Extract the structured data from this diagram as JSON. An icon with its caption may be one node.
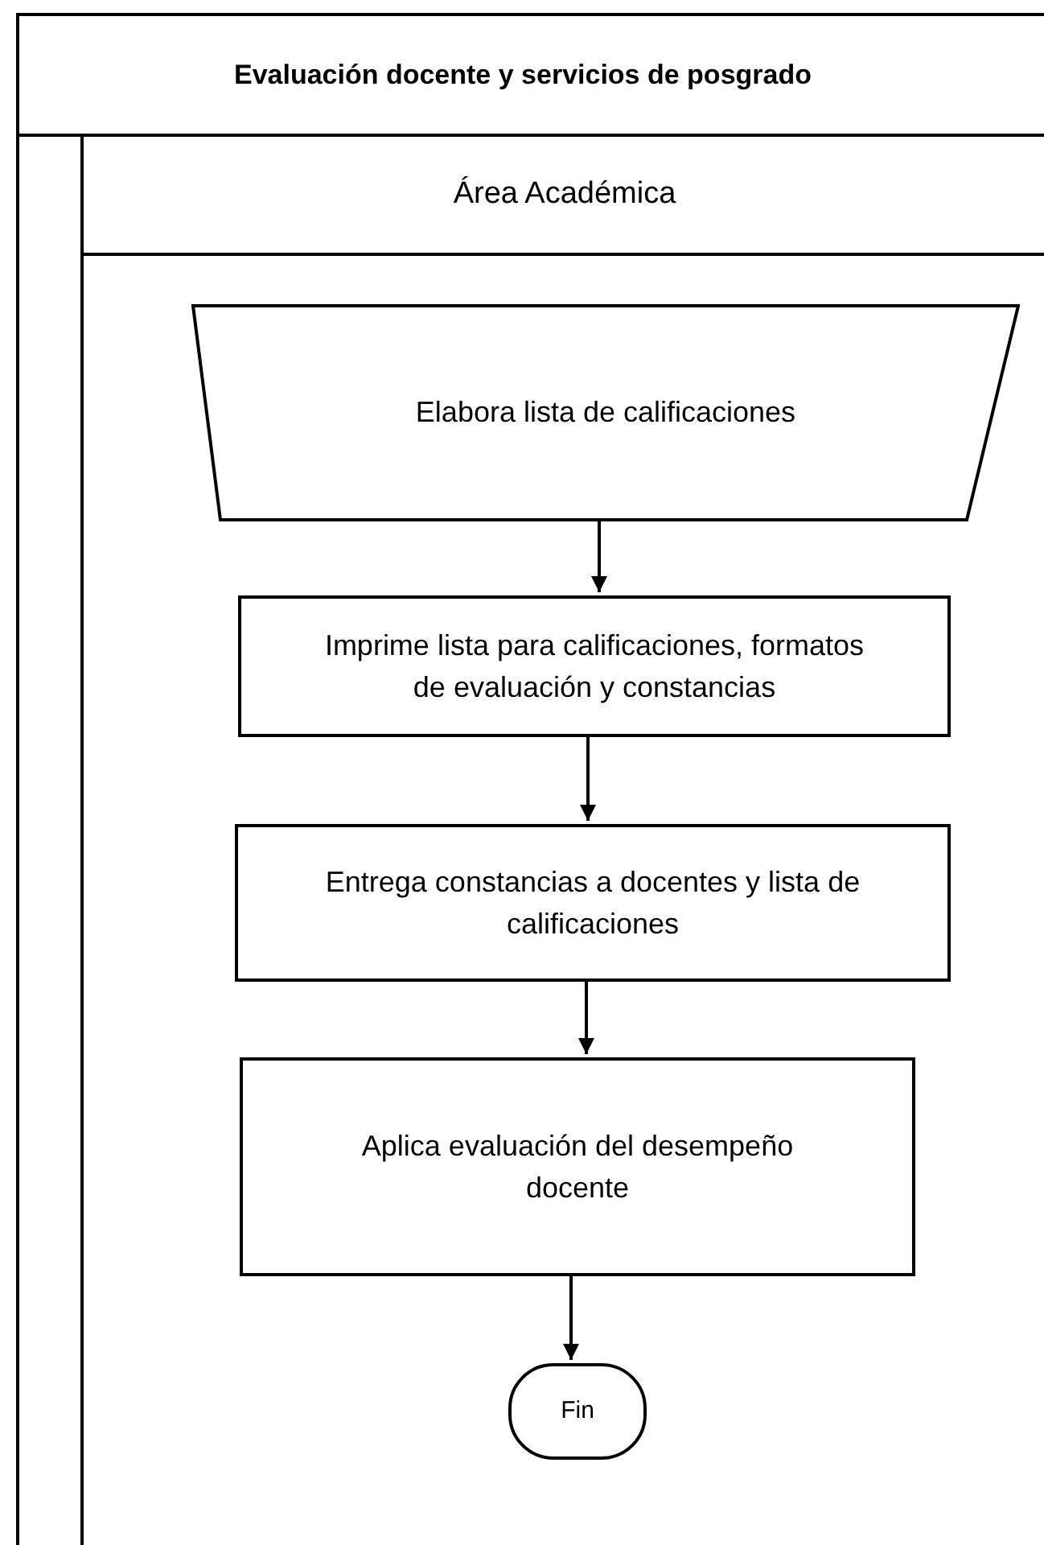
{
  "diagram": {
    "nodes": [
      {
        "text": [
          "Evaluación docente y servicios de posgrado"
        ]
      },
      {
        "text": [
          "Área Académica"
        ],
        "in": 0
      },
      {
        "text": [
          "Elabora lista de calificaciones"
        ],
        "in": 1
      },
      {
        "text": [
          "Imprime lista para calificaciones, formatos de evaluación y constancias"
        ],
        "in": 1
      },
      {
        "text": [
          "Entrega constancias a docentes y lista de calificaciones"
        ],
        "in": 1
      },
      {
        "text": [
          "Aplica evaluación del desempeño docente"
        ],
        "in": 1
      },
      {
        "text": [
          "Fin"
        ],
        "in": 1
      }
    ],
    "edges": [
      {
        "from": 2,
        "to": 3,
        "arrow": "to"
      },
      {
        "from": 3,
        "to": 4,
        "arrow": "to"
      },
      {
        "from": 4,
        "to": 5,
        "arrow": "to"
      },
      {
        "from": 5,
        "to": 6,
        "arrow": "to"
      }
    ]
  }
}
